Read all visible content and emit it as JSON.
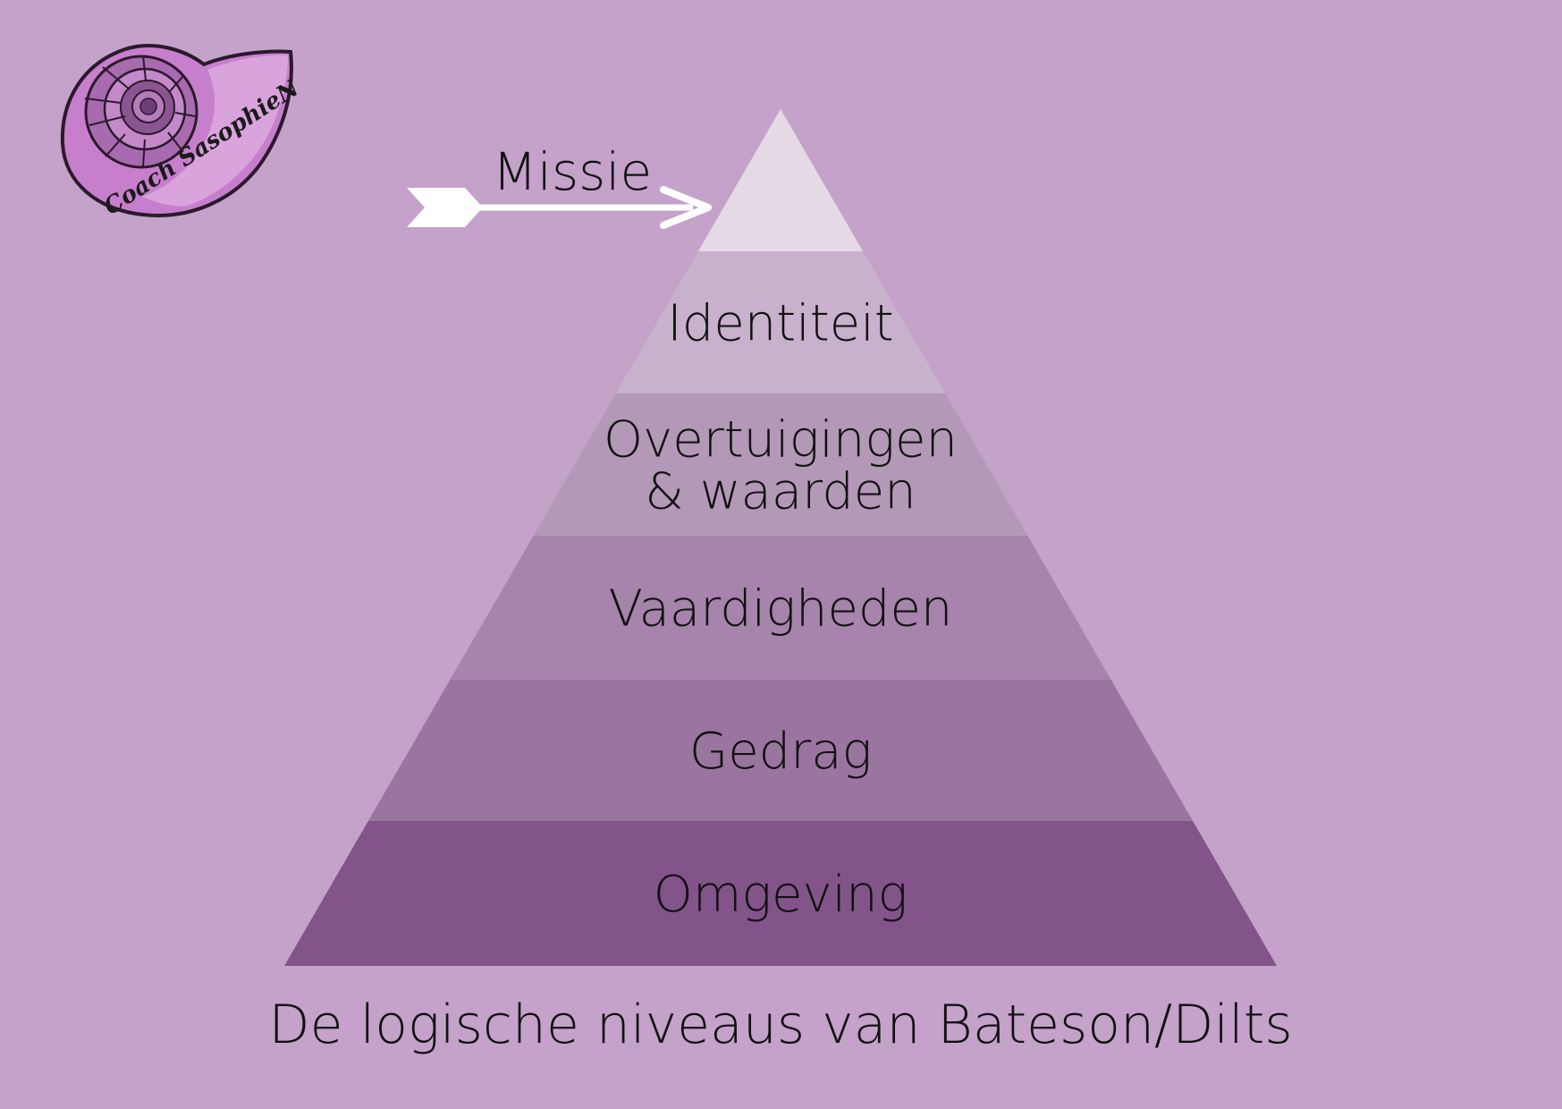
{
  "logo": {
    "text": "Coach SasophieN",
    "icon": "nautilus-shell-icon"
  },
  "arrow": {
    "label": "Missie",
    "icon": "arrow-right-icon"
  },
  "pyramid": {
    "tiers": [
      {
        "id": "missie",
        "lines": [
          ""
        ],
        "color": "#e6d9e6"
      },
      {
        "id": "identiteit",
        "lines": [
          "Identiteit"
        ],
        "color": "#c8b1cc"
      },
      {
        "id": "overtuigingen",
        "lines": [
          "Overtuigingen",
          "& waarden"
        ],
        "color": "#b498b8"
      },
      {
        "id": "vaardigheden",
        "lines": [
          "Vaardigheden"
        ],
        "color": "#a684ab"
      },
      {
        "id": "gedrag",
        "lines": [
          "Gedrag"
        ],
        "color": "#9a759f"
      },
      {
        "id": "omgeving",
        "lines": [
          "Omgeving"
        ],
        "color": "#82548a"
      }
    ]
  },
  "caption": "De logische niveaus van Bateson/Dilts",
  "colors": {
    "background": "#c4a2ca",
    "text": "#111111",
    "arrow": "#ffffff"
  }
}
